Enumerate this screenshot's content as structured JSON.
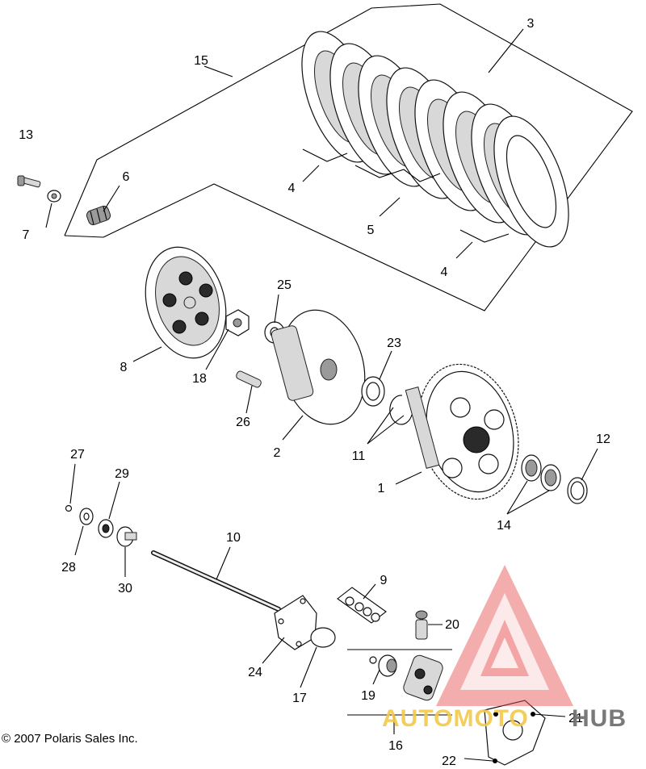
{
  "copyright": "© 2007 Polaris Sales Inc.",
  "callouts": {
    "c1": "1",
    "c2": "2",
    "c3": "3",
    "c4a": "4",
    "c4b": "4",
    "c5": "5",
    "c6": "6",
    "c7": "7",
    "c8": "8",
    "c9": "9",
    "c10": "10",
    "c11": "11",
    "c12": "12",
    "c13": "13",
    "c14": "14",
    "c15": "15",
    "c16": "16",
    "c17": "17",
    "c18": "18",
    "c19": "19",
    "c20": "20",
    "c21": "21",
    "c22": "22",
    "c23": "23",
    "c24": "24",
    "c25": "25",
    "c26": "26",
    "c27": "27",
    "c28": "28",
    "c29": "29",
    "c30": "30"
  },
  "watermark": {
    "text_a": "AUTOMOTO",
    "text_b": "HUB",
    "color_logo": "#e85050",
    "color_text_a": "#f2c94c",
    "color_text_b": "#6b6b6b"
  }
}
